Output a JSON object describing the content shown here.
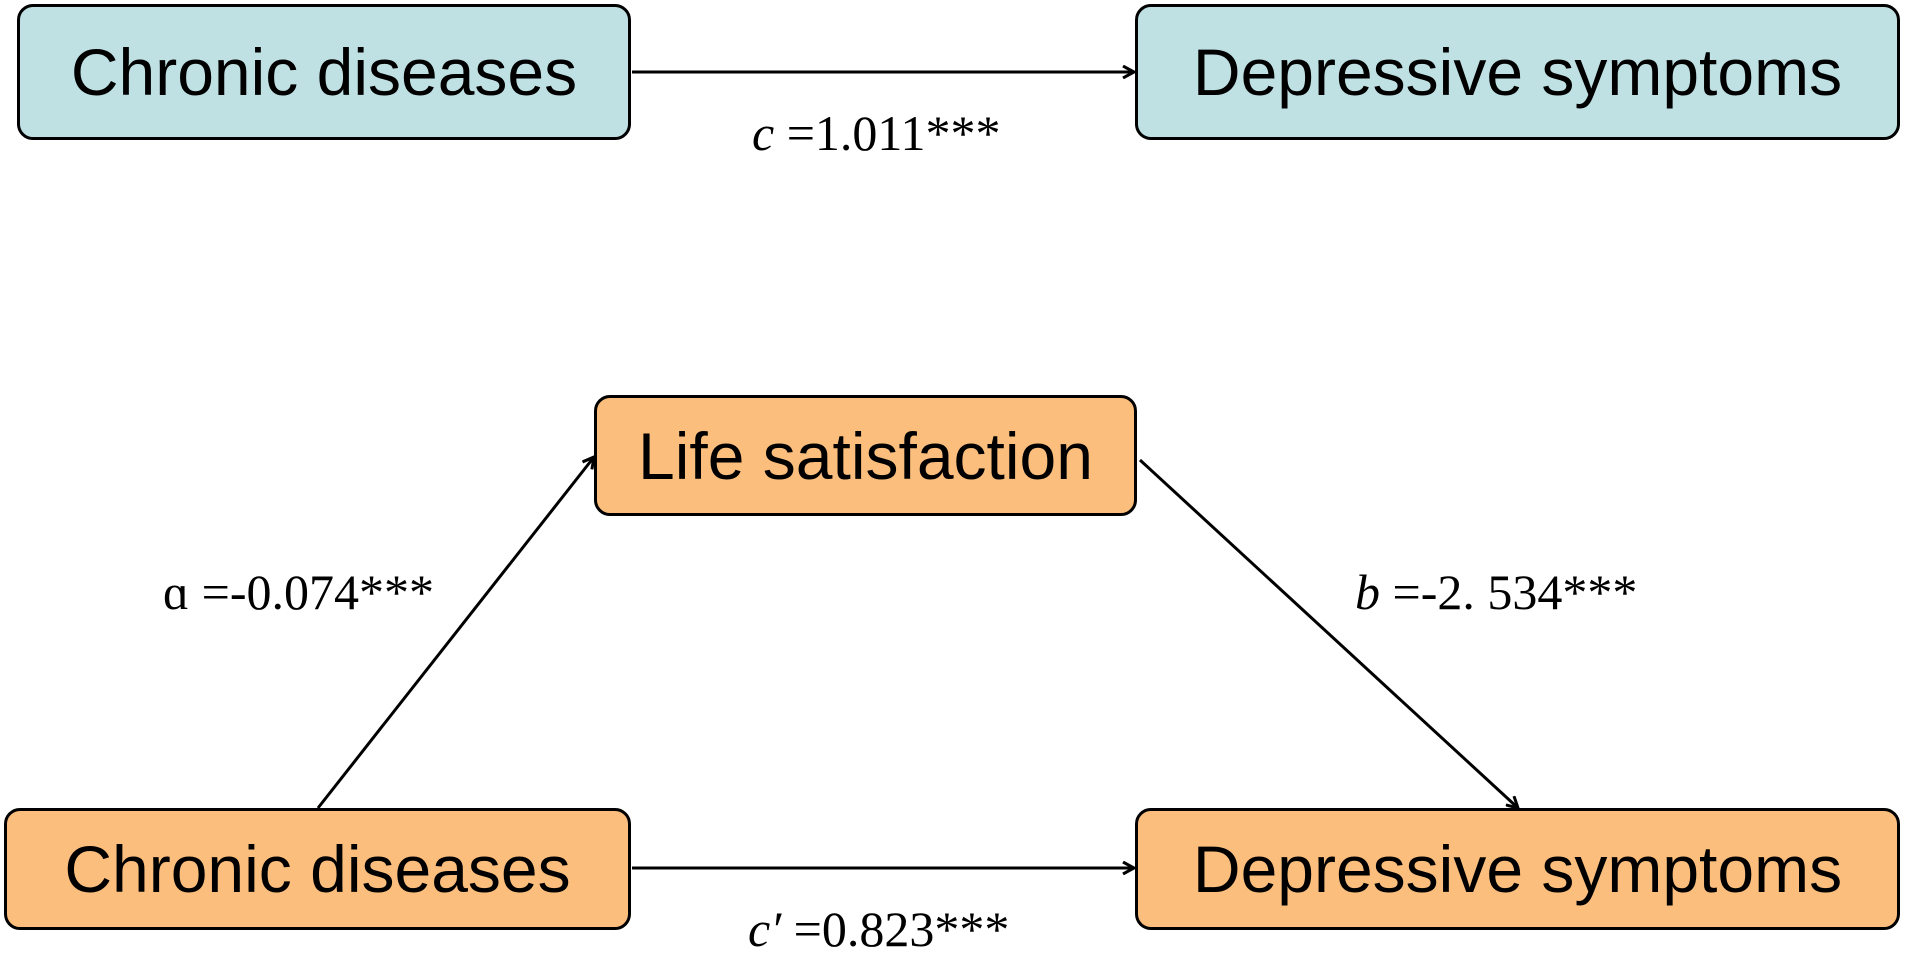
{
  "top_model": {
    "predictor": "Chronic diseases",
    "outcome": "Depressive symptoms",
    "path_c": {
      "symbol": "c",
      "value": "=1.011***"
    }
  },
  "mediation_model": {
    "predictor": "Chronic diseases",
    "mediator": "Life satisfaction",
    "outcome": "Depressive symptoms",
    "path_a": {
      "symbol": "ɑ",
      "value": "=-0.074***"
    },
    "path_b": {
      "symbol": "b",
      "value": "=-2. 534***"
    },
    "path_c_prime": {
      "symbol": "c′",
      "value": "=0.823***"
    }
  },
  "colors": {
    "top_fill": "#bfe1e4",
    "bottom_fill": "#fbbe7d",
    "stroke": "#000000"
  }
}
